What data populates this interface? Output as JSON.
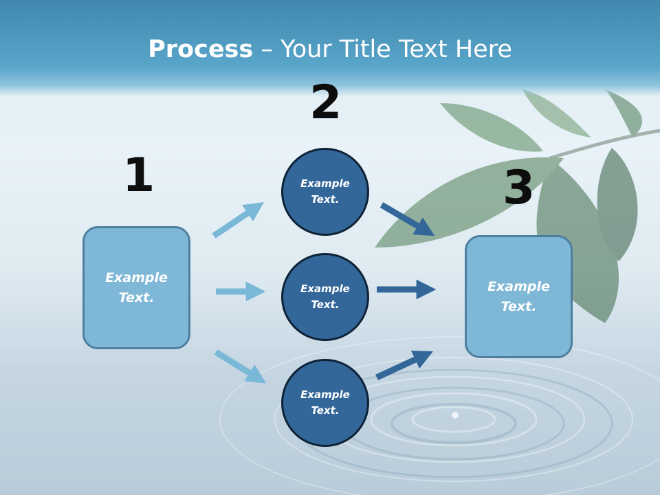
{
  "slide": {
    "title_bold": "Process",
    "title_rest": " – Your Title Text Here",
    "steps": [
      {
        "number": "1",
        "text": "Example\nText."
      },
      {
        "number": "2",
        "items": [
          {
            "text": "Example\nText."
          },
          {
            "text": "Example\nText."
          },
          {
            "text": "Example\nText."
          }
        ]
      },
      {
        "number": "3",
        "text": "Example\nText."
      }
    ]
  },
  "colors": {
    "header": "#4f9dc4",
    "light_box": "#7fb7d7",
    "dark_circle": "#336699",
    "light_arrow": "#7ab8d8",
    "dark_arrow": "#336699"
  }
}
